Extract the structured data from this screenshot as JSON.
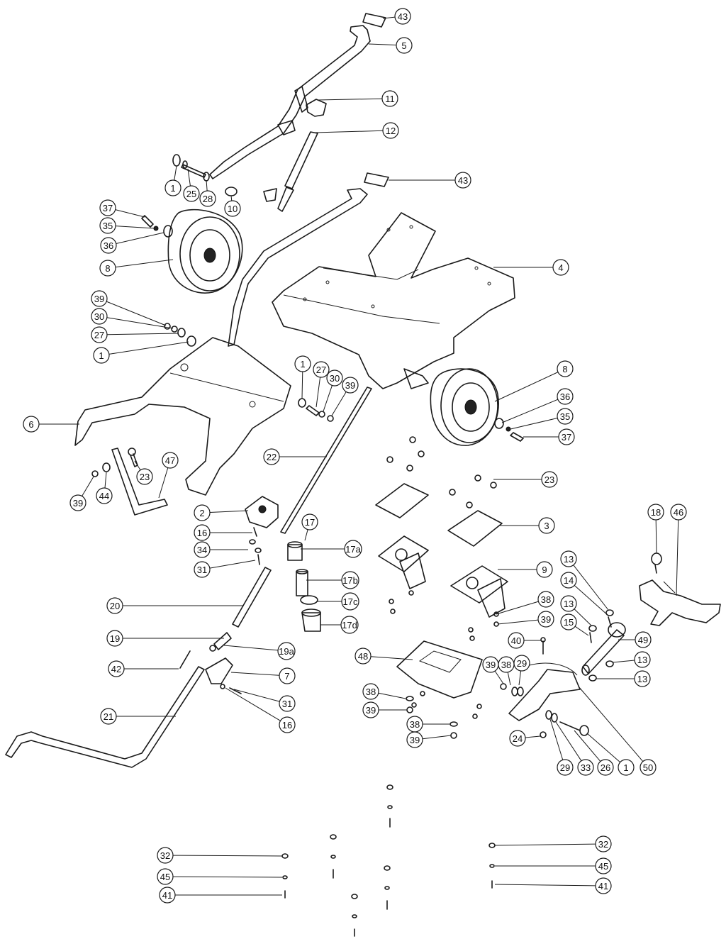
{
  "callouts": [
    {
      "id": "c-43a",
      "label": "43"
    },
    {
      "id": "c-5",
      "label": "5"
    },
    {
      "id": "c-11",
      "label": "11"
    },
    {
      "id": "c-12",
      "label": "12"
    },
    {
      "id": "c-43b",
      "label": "43"
    },
    {
      "id": "c-1a",
      "label": "1"
    },
    {
      "id": "c-25",
      "label": "25"
    },
    {
      "id": "c-28",
      "label": "28"
    },
    {
      "id": "c-10",
      "label": "10"
    },
    {
      "id": "c-37a",
      "label": "37"
    },
    {
      "id": "c-35a",
      "label": "35"
    },
    {
      "id": "c-36a",
      "label": "36"
    },
    {
      "id": "c-8a",
      "label": "8"
    },
    {
      "id": "c-4",
      "label": "4"
    },
    {
      "id": "c-39a",
      "label": "39"
    },
    {
      "id": "c-30a",
      "label": "30"
    },
    {
      "id": "c-27a",
      "label": "27"
    },
    {
      "id": "c-1b",
      "label": "1"
    },
    {
      "id": "c-8b",
      "label": "8"
    },
    {
      "id": "c-36b",
      "label": "36"
    },
    {
      "id": "c-35b",
      "label": "35"
    },
    {
      "id": "c-37b",
      "label": "37"
    },
    {
      "id": "c-1c",
      "label": "1"
    },
    {
      "id": "c-27b",
      "label": "27"
    },
    {
      "id": "c-30b",
      "label": "30"
    },
    {
      "id": "c-39b",
      "label": "39"
    },
    {
      "id": "c-6",
      "label": "6"
    },
    {
      "id": "c-22",
      "label": "22"
    },
    {
      "id": "c-23a",
      "label": "23"
    },
    {
      "id": "c-47",
      "label": "47"
    },
    {
      "id": "c-39c",
      "label": "39"
    },
    {
      "id": "c-44",
      "label": "44"
    },
    {
      "id": "c-23b",
      "label": "23"
    },
    {
      "id": "c-3",
      "label": "3"
    },
    {
      "id": "c-2",
      "label": "2"
    },
    {
      "id": "c-16a",
      "label": "16"
    },
    {
      "id": "c-34",
      "label": "34"
    },
    {
      "id": "c-31a",
      "label": "31"
    },
    {
      "id": "c-17",
      "label": "17"
    },
    {
      "id": "c-17a",
      "label": "17a"
    },
    {
      "id": "c-17b",
      "label": "17b"
    },
    {
      "id": "c-17c",
      "label": "17c"
    },
    {
      "id": "c-17d",
      "label": "17d"
    },
    {
      "id": "c-9",
      "label": "9"
    },
    {
      "id": "c-18",
      "label": "18"
    },
    {
      "id": "c-46",
      "label": "46"
    },
    {
      "id": "c-13a",
      "label": "13"
    },
    {
      "id": "c-14",
      "label": "14"
    },
    {
      "id": "c-13b",
      "label": "13"
    },
    {
      "id": "c-15",
      "label": "15"
    },
    {
      "id": "c-49",
      "label": "49"
    },
    {
      "id": "c-13c",
      "label": "13"
    },
    {
      "id": "c-13d",
      "label": "13"
    },
    {
      "id": "c-38a",
      "label": "38"
    },
    {
      "id": "c-39d",
      "label": "39"
    },
    {
      "id": "c-40",
      "label": "40"
    },
    {
      "id": "c-20",
      "label": "20"
    },
    {
      "id": "c-19",
      "label": "19"
    },
    {
      "id": "c-19a",
      "label": "19a"
    },
    {
      "id": "c-42",
      "label": "42"
    },
    {
      "id": "c-7",
      "label": "7"
    },
    {
      "id": "c-48",
      "label": "48"
    },
    {
      "id": "c-39e",
      "label": "39"
    },
    {
      "id": "c-38b",
      "label": "38"
    },
    {
      "id": "c-29a",
      "label": "29"
    },
    {
      "id": "c-21",
      "label": "21"
    },
    {
      "id": "c-31b",
      "label": "31"
    },
    {
      "id": "c-16b",
      "label": "16"
    },
    {
      "id": "c-38c",
      "label": "38"
    },
    {
      "id": "c-39f",
      "label": "39"
    },
    {
      "id": "c-38d",
      "label": "38"
    },
    {
      "id": "c-39g",
      "label": "39"
    },
    {
      "id": "c-24",
      "label": "24"
    },
    {
      "id": "c-29b",
      "label": "29"
    },
    {
      "id": "c-33",
      "label": "33"
    },
    {
      "id": "c-26",
      "label": "26"
    },
    {
      "id": "c-1d",
      "label": "1"
    },
    {
      "id": "c-50",
      "label": "50"
    },
    {
      "id": "c-32a",
      "label": "32"
    },
    {
      "id": "c-45a",
      "label": "45"
    },
    {
      "id": "c-41a",
      "label": "41"
    },
    {
      "id": "c-32b",
      "label": "32"
    },
    {
      "id": "c-45b",
      "label": "45"
    },
    {
      "id": "c-41b",
      "label": "41"
    }
  ]
}
